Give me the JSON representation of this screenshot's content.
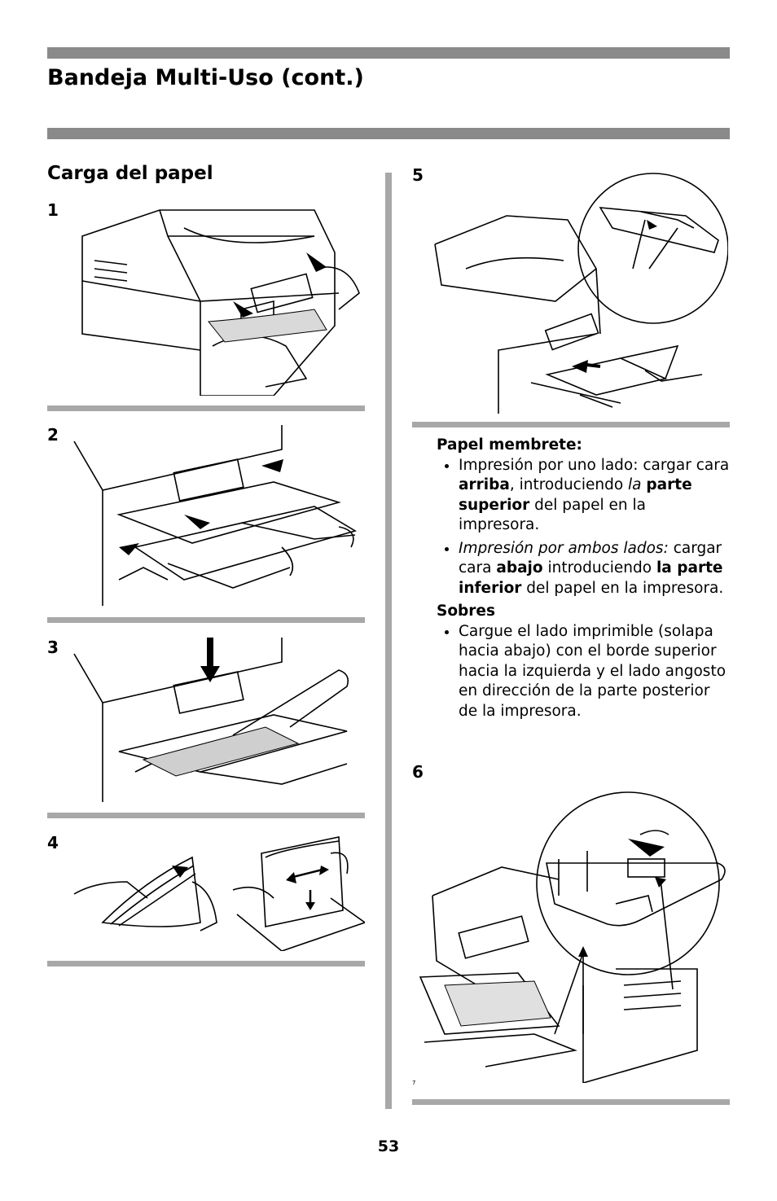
{
  "header": {
    "title": "Bandeja Multi-Uso (cont.)"
  },
  "section": {
    "title": "Carga del papel"
  },
  "steps": [
    {
      "num": "1",
      "icon": "printer-open-cover-illustration"
    },
    {
      "num": "2",
      "icon": "multi-purpose-tray-open-illustration"
    },
    {
      "num": "3",
      "icon": "tray-press-down-illustration"
    },
    {
      "num": "4",
      "icon": "fan-paper-stack-illustration"
    },
    {
      "num": "5",
      "icon": "paper-guide-detail-illustration"
    },
    {
      "num": "6",
      "icon": "paper-lever-detail-illustration"
    }
  ],
  "letterhead": {
    "heading": "Papel membrete:",
    "item1": {
      "pre": "Impresión por uno lado: cargar cara ",
      "b1": "arriba",
      "mid": ", introduciendo ",
      "i1": "la",
      "b2": "parte superior",
      "post": " del papel en la impresora."
    },
    "item2": {
      "i1": "Impresión por ambos lados:",
      "pre": " cargar cara ",
      "b1": "abajo",
      "mid": " introduciendo ",
      "b2": "la parte inferior",
      "post": " del papel en la impresora."
    }
  },
  "envelopes": {
    "heading": "Sobres",
    "item1": "Cargue el lado imprimible (solapa hacia abajo) con el borde superior hacia la izquierda y el lado angosto en dirección de la parte posterior de la impresora."
  },
  "footer": {
    "page_number": "53",
    "tiny_mark": "7"
  }
}
